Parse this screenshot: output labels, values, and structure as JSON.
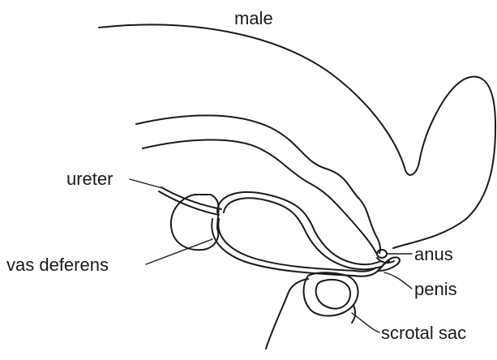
{
  "diagram": {
    "title": "male",
    "labels": {
      "ureter": "ureter",
      "vas_deferens": "vas deferens",
      "anus": "anus",
      "penis": "penis",
      "scrotal_sac": "scrotal sac"
    },
    "colors": {
      "line": "#1a1a1a",
      "background": "#ffffff"
    }
  }
}
